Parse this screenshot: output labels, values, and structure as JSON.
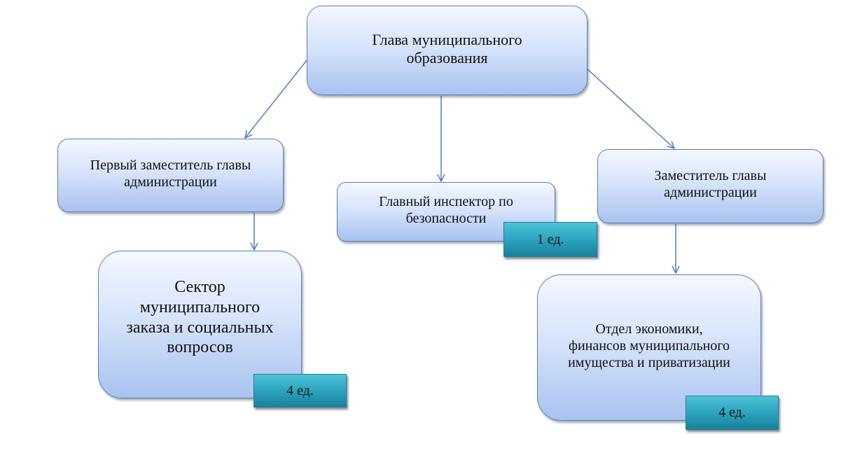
{
  "diagram": {
    "nodes": {
      "head": {
        "lines": [
          "Глава муниципального",
          "образования"
        ]
      },
      "first_deputy": {
        "lines": [
          "Первый заместитель главы",
          "администрации"
        ]
      },
      "inspector": {
        "lines": [
          "Главный инспектор по",
          "безопасности"
        ],
        "badge": "1 ед."
      },
      "deputy": {
        "lines": [
          "Заместитель главы",
          "администрации"
        ]
      },
      "sector": {
        "lines": [
          "Сектор",
          "муниципального",
          "заказа и социальных",
          "вопросов"
        ],
        "badge": "4 ед."
      },
      "department": {
        "lines": [
          "Отдел экономики,",
          "финансов муниципального",
          "имущества и приватизации"
        ],
        "badge": "4 ед."
      }
    },
    "edges": [
      {
        "from": "head",
        "to": "first_deputy"
      },
      {
        "from": "head",
        "to": "inspector"
      },
      {
        "from": "head",
        "to": "deputy"
      },
      {
        "from": "first_deputy",
        "to": "sector"
      },
      {
        "from": "deputy",
        "to": "department"
      }
    ],
    "colors": {
      "box_border": "#5a7fb6",
      "box_fill_top": "#f4f8ff",
      "box_fill_bottom": "#a9c2ef",
      "badge_fill": "#2aa0bc",
      "connector": "#4f7fbf"
    }
  }
}
